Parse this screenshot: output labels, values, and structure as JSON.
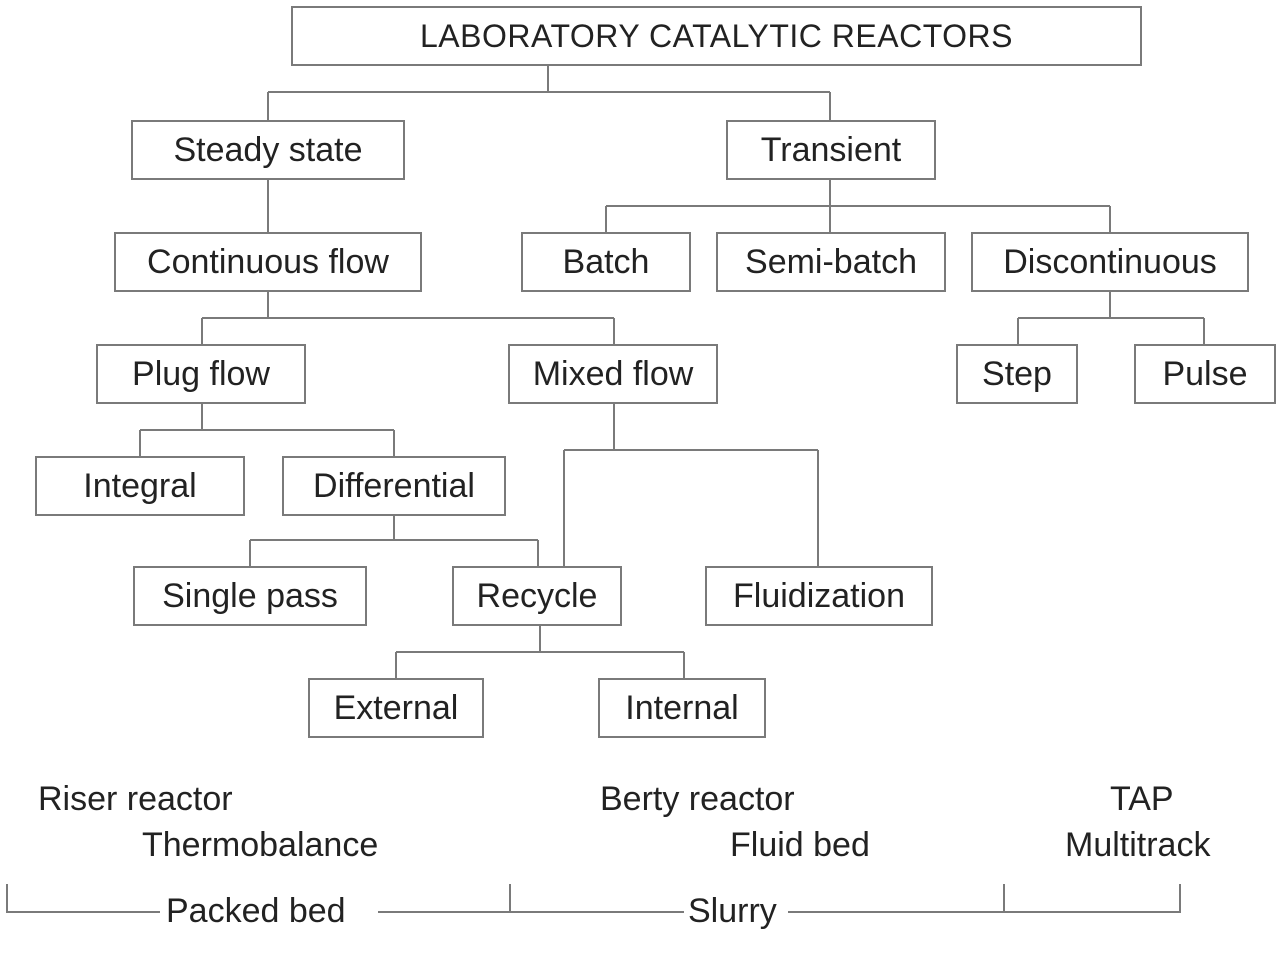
{
  "nodes": {
    "root": "LABORATORY CATALYTIC REACTORS",
    "steady_state": "Steady state",
    "transient": "Transient",
    "continuous_flow": "Continuous flow",
    "batch": "Batch",
    "semi_batch": "Semi-batch",
    "discontinuous": "Discontinuous",
    "plug_flow": "Plug flow",
    "mixed_flow": "Mixed flow",
    "step": "Step",
    "pulse": "Pulse",
    "integral": "Integral",
    "differential": "Differential",
    "single_pass": "Single pass",
    "recycle": "Recycle",
    "fluidization": "Fluidization",
    "external": "External",
    "internal": "Internal"
  },
  "examples": {
    "riser_reactor": "Riser reactor",
    "thermobalance": "Thermobalance",
    "berty_reactor": "Berty reactor",
    "fluid_bed": "Fluid bed",
    "tap": "TAP",
    "multitrack": "Multitrack"
  },
  "bed_types": {
    "packed_bed": "Packed bed",
    "slurry": "Slurry"
  }
}
